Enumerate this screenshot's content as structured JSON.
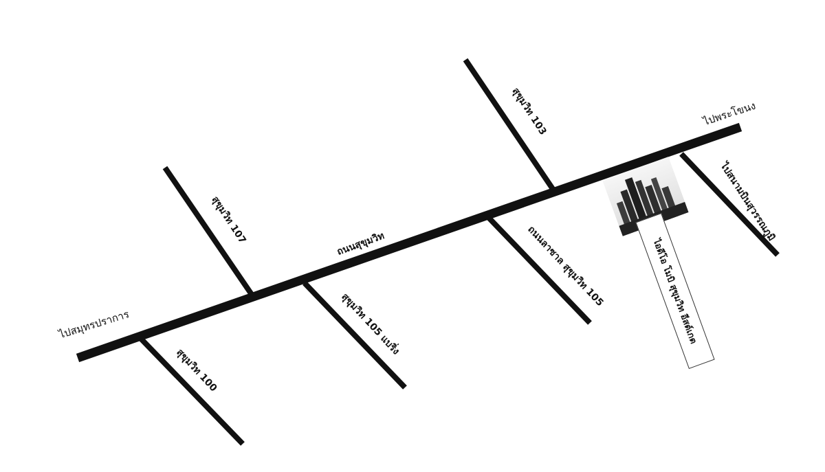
{
  "map": {
    "main_road": "ถนนสุขุมวิท",
    "directions": {
      "to_samut_prakan": "ไปสมุทรปราการ",
      "to_phra_khanong": "ไปพระโขนง",
      "to_suvarnabhumi": "ไปสนามบินสุวรรณภูมิ"
    },
    "sois": {
      "sukhumvit_107": "สุขุมวิท 107",
      "sukhumvit_103": "สุขุมวิท 103",
      "sukhumvit_100": "สุขุมวิท 100",
      "sukhumvit_105_bearing": "สุขุมวิท 105 แบริ่ง",
      "la_salle_105": "ถนนลาซาล สุขุมวิท 105"
    },
    "project": {
      "name": "ไอดีโอ โมบิ สุขุมวิท อีสต์เกต"
    }
  }
}
